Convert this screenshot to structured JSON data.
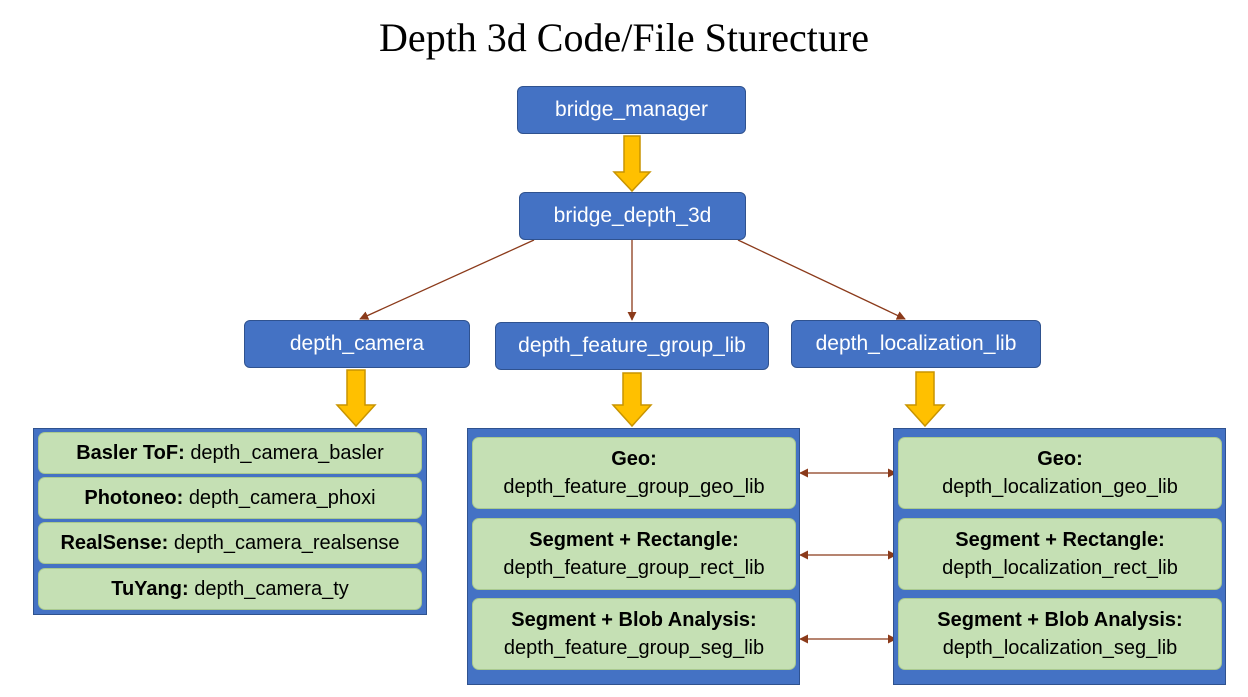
{
  "title": "Depth 3d Code/File Sturecture",
  "nodes": {
    "bridge_manager": "bridge_manager",
    "bridge_depth_3d": "bridge_depth_3d",
    "depth_camera": "depth_camera",
    "depth_feature_group_lib": "depth_feature_group_lib",
    "depth_localization_lib": "depth_localization_lib"
  },
  "camera_items": [
    {
      "label": "Basler ToF:",
      "value": "depth_camera_basler"
    },
    {
      "label": "Photoneo:",
      "value": "depth_camera_phoxi"
    },
    {
      "label": "RealSense:",
      "value": "depth_camera_realsense"
    },
    {
      "label": "TuYang:",
      "value": "depth_camera_ty"
    }
  ],
  "feature_items": [
    {
      "label": "Geo:",
      "value": "depth_feature_group_geo_lib"
    },
    {
      "label": "Segment + Rectangle:",
      "value": "depth_feature_group_rect_lib"
    },
    {
      "label": "Segment + Blob Analysis:",
      "value": "depth_feature_group_seg_lib"
    }
  ],
  "localization_items": [
    {
      "label": "Geo:",
      "value": "depth_localization_geo_lib"
    },
    {
      "label": "Segment + Rectangle:",
      "value": "depth_localization_rect_lib"
    },
    {
      "label": "Segment + Blob Analysis:",
      "value": "depth_localization_seg_lib"
    }
  ],
  "colors": {
    "node_fill": "#4472c4",
    "item_fill": "#c5e0b4",
    "block_arrow": "#ffc000",
    "thin_arrow": "#8b3a1a"
  }
}
